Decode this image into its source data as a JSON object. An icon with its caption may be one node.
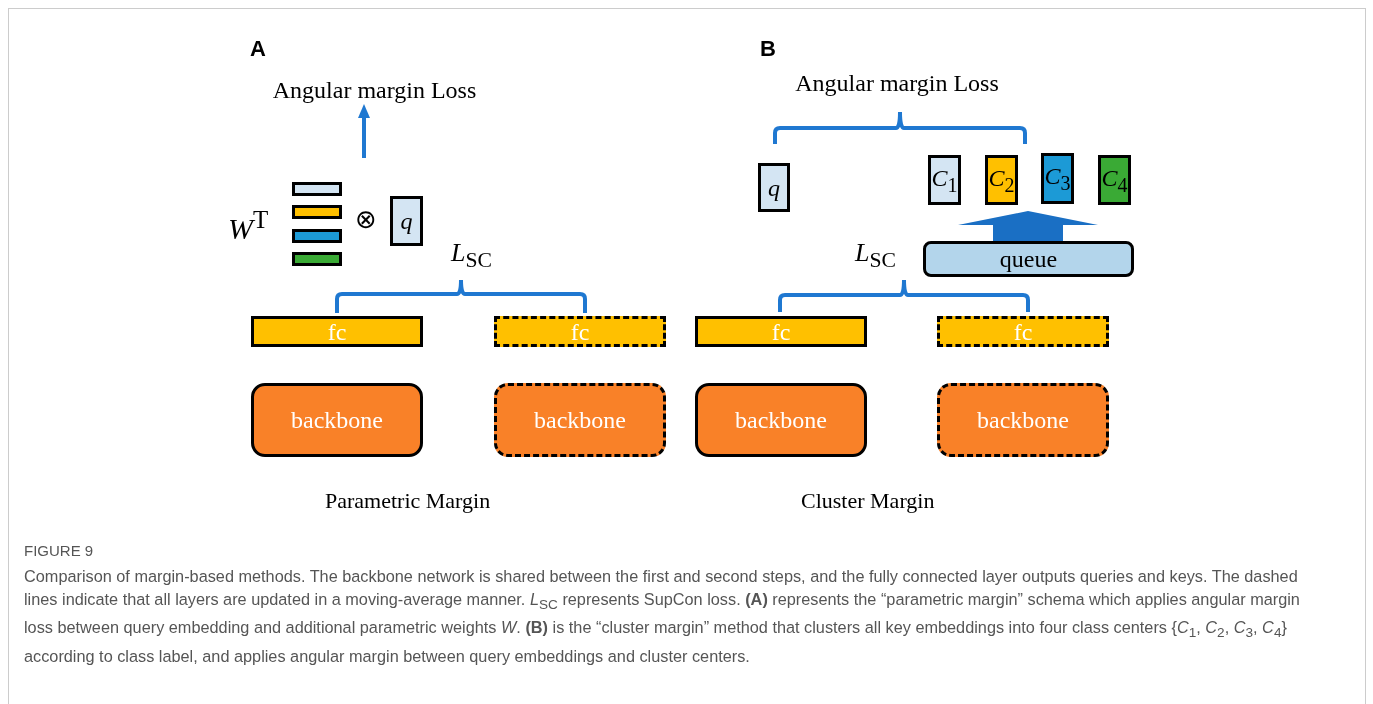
{
  "diagram": {
    "caption": "Comparison of margin-based methods. The backbone network is shared between the first and second steps, and the fully connected layer outputs queries and keys. The dashed lines indicate that all layers are updated in a moving-average manner. *L*$_{SC}$ represents SupCon loss. **(A)** represents the “parametric margin” schema which applies angular margin loss between query embedding and additional parametric weights *W*. **(B)** is the “cluster margin” method that clusters all key embeddings into four class centers {*C*$_{1}$, *C*$_{2}$, *C*$_{3}$, *C*$_{4}$} according to class label, and applies angular margin between query embeddings and cluster centers.",
    "nodes": [
      {
        "text": [
          "Angular margin Loss"
        ]
      },
      {
        "text": [],
        "shape": "bar"
      },
      {
        "text": [],
        "shape": "bar"
      },
      {
        "text": [],
        "shape": "bar"
      },
      {
        "text": [],
        "shape": "bar"
      },
      {
        "text": [
          "q"
        ]
      },
      {
        "text": [
          "fc"
        ]
      },
      {
        "text": [
          "fc"
        ]
      },
      {
        "text": [
          "backbone"
        ]
      },
      {
        "text": [
          "backbone"
        ]
      },
      {
        "text": [
          "Angular margin Loss"
        ]
      },
      {
        "text": [
          "q"
        ]
      },
      {
        "text": [
          "*C*$_{1}$"
        ]
      },
      {
        "text": [
          "*C*$_{2}$"
        ]
      },
      {
        "text": [
          "*C*$_{3}$"
        ]
      },
      {
        "text": [
          "*C*$_{4}$"
        ]
      },
      {
        "text": [
          "queue"
        ]
      },
      {
        "text": [
          "fc"
        ]
      },
      {
        "text": [
          "fc"
        ]
      },
      {
        "text": [
          "backbone"
        ]
      },
      {
        "text": [
          "backbone"
        ]
      }
    ],
    "edges": [
      {
        "from": null,
        "to": 0,
        "arrow": "to"
      },
      {
        "from": 16,
        "to": null,
        "arrow": "to",
        "style": "thick"
      }
    ],
    "labels": [
      "A",
      "*W*$^{T}$",
      "⊗",
      "*L*$_{SC}$",
      "Parametric Margin",
      "B",
      "*L*$_{SC}$",
      "Cluster Margin",
      "FIGURE 9"
    ]
  }
}
